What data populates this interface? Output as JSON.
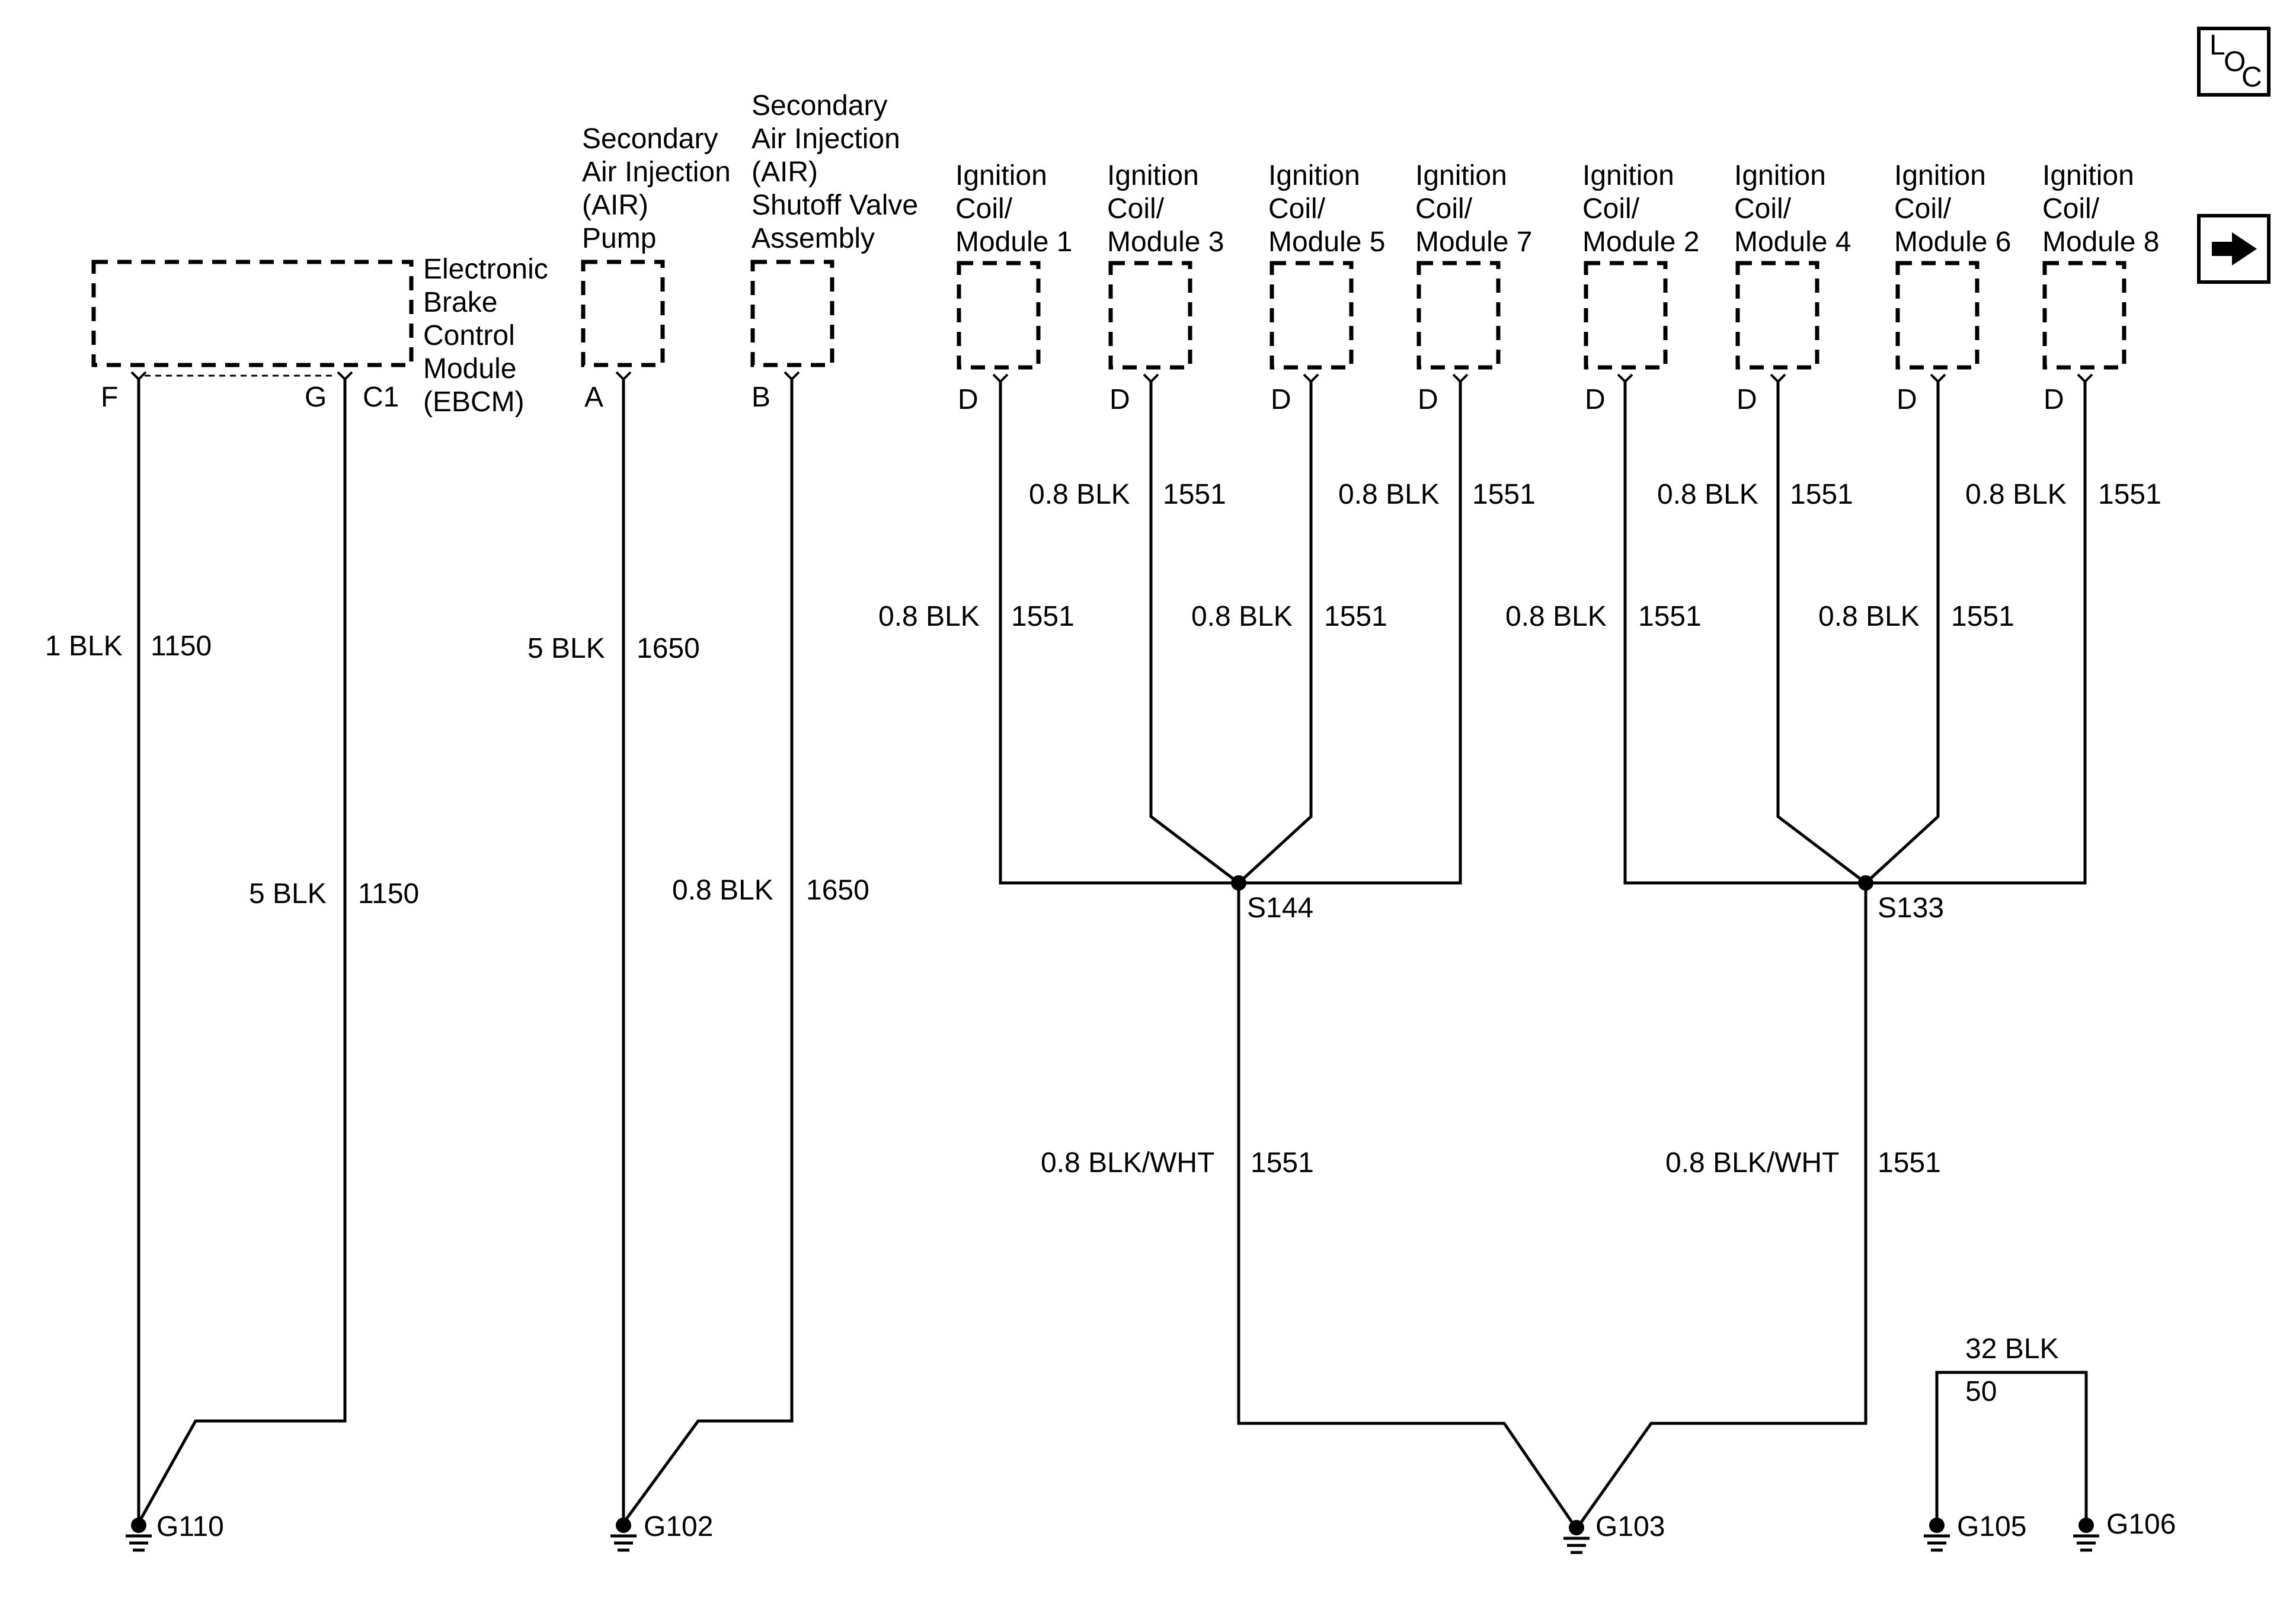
{
  "components": {
    "ebcm": [
      "Electronic",
      "Brake",
      "Control",
      "Module",
      "(EBCM)"
    ],
    "air_pump": [
      "Secondary",
      "Air Injection",
      "(AIR)",
      "Pump"
    ],
    "air_valve": [
      "Secondary",
      "Air Injection",
      "(AIR)",
      "Shutoff Valve",
      "Assembly"
    ],
    "coils": [
      {
        "line1": "Ignition",
        "line2": "Coil/",
        "line3": "Module 1"
      },
      {
        "line1": "Ignition",
        "line2": "Coil/",
        "line3": "Module 3"
      },
      {
        "line1": "Ignition",
        "line2": "Coil/",
        "line3": "Module 5"
      },
      {
        "line1": "Ignition",
        "line2": "Coil/",
        "line3": "Module 7"
      },
      {
        "line1": "Ignition",
        "line2": "Coil/",
        "line3": "Module 2"
      },
      {
        "line1": "Ignition",
        "line2": "Coil/",
        "line3": "Module 4"
      },
      {
        "line1": "Ignition",
        "line2": "Coil/",
        "line3": "Module 6"
      },
      {
        "line1": "Ignition",
        "line2": "Coil/",
        "line3": "Module 8"
      }
    ]
  },
  "pins": {
    "ebcm_f": "F",
    "ebcm_g": "G",
    "ebcm_connector": "C1",
    "air_pump": "A",
    "air_valve": "B",
    "coil": "D"
  },
  "wires": {
    "ebcm_f": {
      "color": "1 BLK",
      "circuit": "1150"
    },
    "ebcm_g": {
      "color": "5 BLK",
      "circuit": "1150"
    },
    "air_pump": {
      "color": "5 BLK",
      "circuit": "1650"
    },
    "air_valve": {
      "color": "0.8 BLK",
      "circuit": "1650"
    },
    "coil": {
      "color": "0.8 BLK",
      "circuit": "1551"
    },
    "splice_to_ground": {
      "color": "0.8 BLK/WHT",
      "circuit": "1551"
    },
    "ground_jumper": {
      "color": "32 BLK",
      "circuit": "50"
    }
  },
  "splices": {
    "left": "S144",
    "right": "S133"
  },
  "grounds": {
    "g110": "G110",
    "g102": "G102",
    "g103": "G103",
    "g105": "G105",
    "g106": "G106"
  },
  "nav": {
    "loc_l": "L",
    "loc_o": "O",
    "loc_c": "C",
    "next_arrow": "next-page-arrow"
  }
}
